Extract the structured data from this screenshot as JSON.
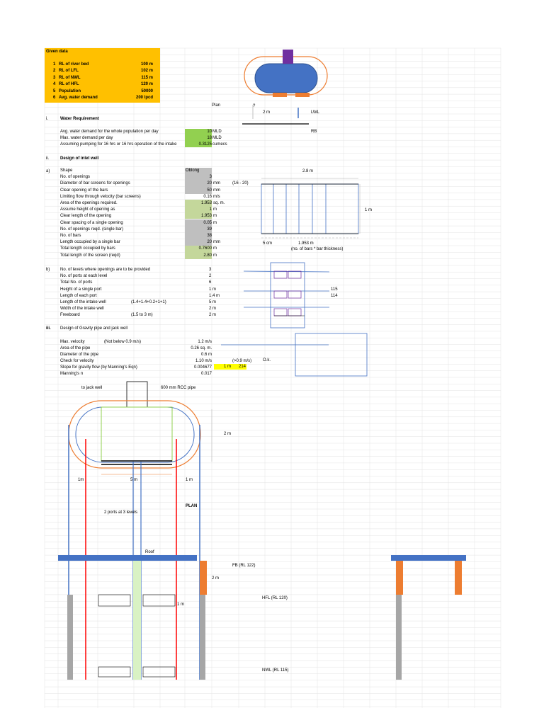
{
  "given": {
    "title": "Given data",
    "rows": [
      {
        "n": "1",
        "label": "RL of river bed",
        "value": "100 m"
      },
      {
        "n": "2",
        "label": "RL of LFL",
        "value": "102 m"
      },
      {
        "n": "3",
        "label": "RL of NWL",
        "value": "115 m"
      },
      {
        "n": "4",
        "label": "RL of HFL",
        "value": "120 m"
      },
      {
        "n": "5",
        "label": "Population",
        "value": "50000"
      },
      {
        "n": "6",
        "label": "Avg. water demand",
        "value": "200 lpcd"
      }
    ]
  },
  "sec1": {
    "num": "i.",
    "title": "Water Requirement",
    "rows": [
      {
        "label": "Avg. water demand for the whole population per day",
        "value": "10",
        "unit": "MLD"
      },
      {
        "label": "Max. water demand per day",
        "value": "18",
        "unit": "MLD"
      },
      {
        "label": "Assuming pumping for 16 hrs or 16 hrs operation of the intake",
        "value": "0.3125",
        "unit": "cumecs"
      }
    ]
  },
  "sec2": {
    "num": "ii.",
    "title": "Design of inlet well"
  },
  "secA": {
    "num": "a)",
    "rows": [
      {
        "label": "Shape",
        "value": "Oblong",
        "unit": "",
        "note": ""
      },
      {
        "label": "No. of openings",
        "value": "3",
        "unit": "",
        "note": ""
      },
      {
        "label": "Diameter of bar screens for openings",
        "value": "20",
        "unit": "mm",
        "note": "(16 - 20)"
      },
      {
        "label": "Clear opening of the bars",
        "value": "50",
        "unit": "mm",
        "note": ""
      },
      {
        "label": "Limiting flow through velocity (bar screens)",
        "value": "0.16",
        "unit": "m/s",
        "note": ""
      },
      {
        "label": "Area of the openings required.",
        "value": "1.953",
        "unit": "sq. m.",
        "note": ""
      },
      {
        "label": "Assume height of opening as",
        "value": "1",
        "unit": "m",
        "note": ""
      },
      {
        "label": "Clear length of the opening",
        "value": "1.953",
        "unit": "m",
        "note": ""
      },
      {
        "label": "Clear spacing of a single opening",
        "value": "0.05",
        "unit": "m",
        "note": ""
      },
      {
        "label": "No. of openings reqd. (single bar)",
        "value": "39",
        "unit": "",
        "note": ""
      },
      {
        "label": "No. of bars",
        "value": "38",
        "unit": "",
        "note": ""
      },
      {
        "label": "Length occupied by a single bar",
        "value": "20",
        "unit": "mm",
        "note": ""
      },
      {
        "label": "Total length occupied by bars",
        "value": "0.7600",
        "unit": "m",
        "note": ""
      },
      {
        "label": "Total length of the screen (reqd)",
        "value": "2.80",
        "unit": "m",
        "note": ""
      }
    ]
  },
  "secB": {
    "num": "b)",
    "rows": [
      {
        "label": "No. of levels where openings are to be provided",
        "note": "",
        "value": "3"
      },
      {
        "label": "No. of ports at each level",
        "note": "",
        "value": "2"
      },
      {
        "label": "Total No. of ports",
        "note": "",
        "value": "6"
      },
      {
        "label": "Height of a single port",
        "note": "",
        "value": "1 m"
      },
      {
        "label": "Length of each port",
        "note": "",
        "value": "1.4 m"
      },
      {
        "label": "Length of the intake well",
        "note": "(1.4+1.4+0.2+1+1)",
        "value": "5 m"
      },
      {
        "label": "Width of the intake well",
        "note": "",
        "value": "2 m"
      },
      {
        "label": "Freeboard",
        "note": "(1.5 to 3 m)",
        "value": "2 m"
      }
    ]
  },
  "sec3": {
    "num": "iii.",
    "title": "Design of Gravity pipe and jack well",
    "rows": [
      {
        "label": "Max. velocity",
        "note": "(Not below 0.9 m/s)",
        "value": "1.2 m/s",
        "extra": ""
      },
      {
        "label": "Area of the pipe",
        "note": "",
        "value": "0.26 sq. m.",
        "extra": ""
      },
      {
        "label": "Diameter of the pipe",
        "note": "",
        "value": "0.6 m",
        "extra": ""
      },
      {
        "label": "Check for velocity",
        "note": "",
        "value": "1.10 m/s",
        "extra": "(>0.9 m/s)"
      },
      {
        "label": "Slope for gravity flow (by Manning's Eqn)",
        "note": "",
        "value": "0.004677",
        "extra": ""
      },
      {
        "label": "Manning's n",
        "note": "",
        "value": "0.017",
        "extra": ""
      }
    ],
    "check": "O.k.",
    "slope_a": "1 m",
    "slope_b": "214"
  },
  "labels": {
    "plan_top": "Plan",
    "q": "?",
    "two_m": "2 m",
    "lwl": "LWL",
    "rb": "RB",
    "screen_len": "2.8 m",
    "screen_h": "1 m",
    "five_cm": "5 cm",
    "clear_len": "1.953 m",
    "bars_note": "(no. of bars * bar thickness)",
    "rl115": "115",
    "rl114": "114",
    "to_jack": "to jack well",
    "pipe": "600 mm RCC pipe",
    "two_m_b": "2 m",
    "one_m_l": "1m",
    "five_m": "5 m",
    "one_m_r": "1 m",
    "plan": "PLAN",
    "ports": "2 ports at 3 levels",
    "roof": "Roof",
    "fb": "FB (RL 122)",
    "two_m_c": "2 m",
    "hfl": "HFL (RL 120)",
    "one_m_c": "1 m",
    "nwl": "NWL (RL 115)"
  },
  "colors": {
    "orange_header": "#ffc000",
    "green": "#92d050",
    "light_green": "#c4d79b",
    "gray": "#bfbfbf",
    "yellow": "#ffff00",
    "blue_tank": "#4472c4",
    "purple": "#7030a0",
    "orange_part": "#ed7d31",
    "red_wall": "#ff0000"
  }
}
